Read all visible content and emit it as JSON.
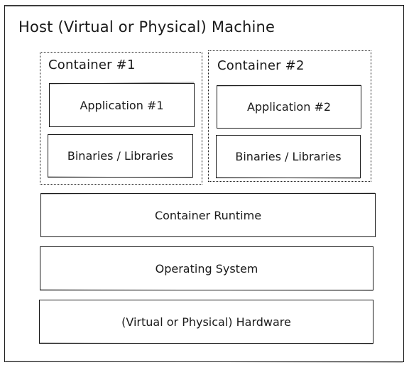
{
  "host": {
    "title": "Host (Virtual or Physical) Machine"
  },
  "containers": [
    {
      "title": "Container #1",
      "application": "Application #1",
      "libraries": "Binaries / Libraries"
    },
    {
      "title": "Container #2",
      "application": "Application #2",
      "libraries": "Binaries / Libraries"
    }
  ],
  "layers": {
    "runtime": "Container Runtime",
    "os": "Operating System",
    "hardware": "(Virtual or Physical) Hardware"
  },
  "colors": {
    "stroke": "#1a1a1a",
    "background": "#ffffff"
  }
}
